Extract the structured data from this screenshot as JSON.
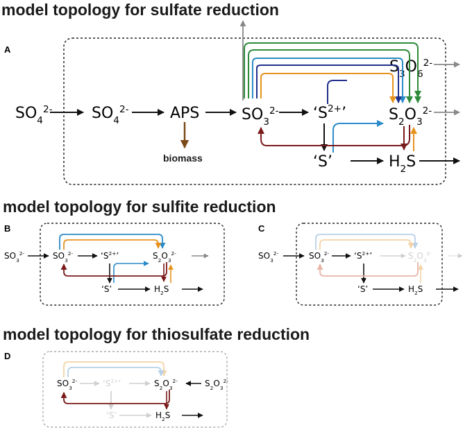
{
  "titles": {
    "sulfate": "model topology for sulfate reduction",
    "sulfite": "model topology for sulfite reduction",
    "thiosulfate": "model topology for thiosulfate reduction"
  },
  "panels": {
    "A": {
      "label": "A",
      "sulfate_out": [
        "SO",
        "4",
        "2-"
      ],
      "sulfate_in": [
        "SO",
        "4",
        "2-"
      ],
      "aps": "APS",
      "biomass": "biomass",
      "sulfite": [
        "SO",
        "3",
        "2-"
      ],
      "s2plus": [
        "‘S",
        "2+",
        "’"
      ],
      "thiosulfate": [
        "S",
        "2",
        "O",
        "3",
        "2-"
      ],
      "trithionate": [
        "S",
        "3",
        "O",
        "6",
        "2-"
      ],
      "sulfur": "‘S’",
      "h2s": [
        "H",
        "2",
        "S"
      ]
    },
    "B": {
      "label": "B",
      "sulfite_out": [
        "SO",
        "3",
        "2-"
      ],
      "sulfite": [
        "SO",
        "3",
        "2-"
      ],
      "s2plus": [
        "‘S",
        "2+",
        "’"
      ],
      "thiosulfate": [
        "S",
        "2",
        "O",
        "3",
        "2-"
      ],
      "sulfur": "‘S’",
      "h2s": [
        "H",
        "2",
        "S"
      ]
    },
    "C": {
      "label": "C",
      "sulfite_out": [
        "SO",
        "3",
        "2-"
      ],
      "sulfite": [
        "SO",
        "3",
        "2-"
      ],
      "s2plus": [
        "‘S",
        "2+",
        "’"
      ],
      "thiosulfate": [
        "S",
        "2",
        "O",
        "3",
        "2-"
      ],
      "sulfur": "‘S’",
      "h2s": [
        "H",
        "2",
        "S"
      ]
    },
    "D": {
      "label": "D",
      "sulfite": [
        "SO",
        "3",
        "2-"
      ],
      "s2plus": [
        "‘S",
        "2+",
        "’"
      ],
      "thiosulfate": [
        "S",
        "2",
        "O",
        "3",
        "2-"
      ],
      "thiosulfate_out": [
        "S",
        "2",
        "O",
        "3",
        "2-"
      ],
      "sulfur": "‘S’",
      "h2s": [
        "H",
        "2",
        "S"
      ]
    }
  },
  "colors": {
    "black": "#111111",
    "brown": "#7a4a18",
    "darkred": "#7a1a1a",
    "green": "#2e8b3a",
    "navy": "#1f2f8a",
    "blue": "#2a8bc8",
    "orange": "#e8921e",
    "gray": "#888888",
    "faint": "#cfcfcf",
    "faint_blue": "#b8d0e8",
    "faint_orange": "#f3d4a8",
    "faint_red": "#e8b4a8",
    "box": "#222222",
    "box_faint": "#aaaaaa"
  }
}
